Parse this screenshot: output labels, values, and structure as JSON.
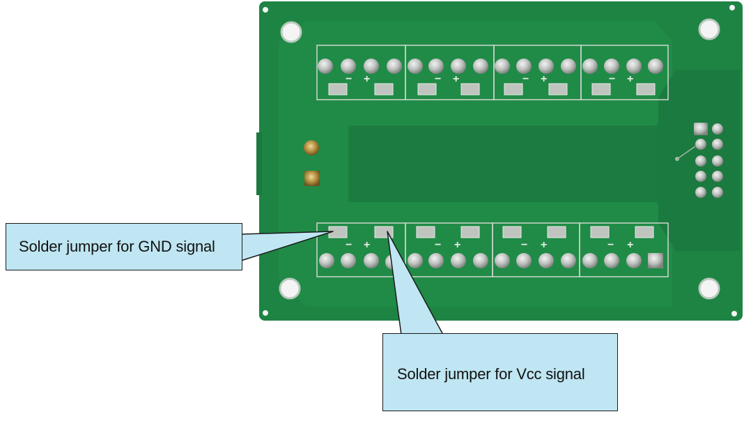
{
  "image": {
    "subject": "green printed circuit board, bottom view",
    "board_color": "#1f8a45",
    "pad_color": "#c9ccc9",
    "callout_fill": "#bfe6f2"
  },
  "connector_markings": {
    "minus": "−",
    "plus": "+"
  },
  "callouts": {
    "gnd": "Solder jumper for GND signal",
    "vcc": "Solder jumper for Vcc signal"
  }
}
